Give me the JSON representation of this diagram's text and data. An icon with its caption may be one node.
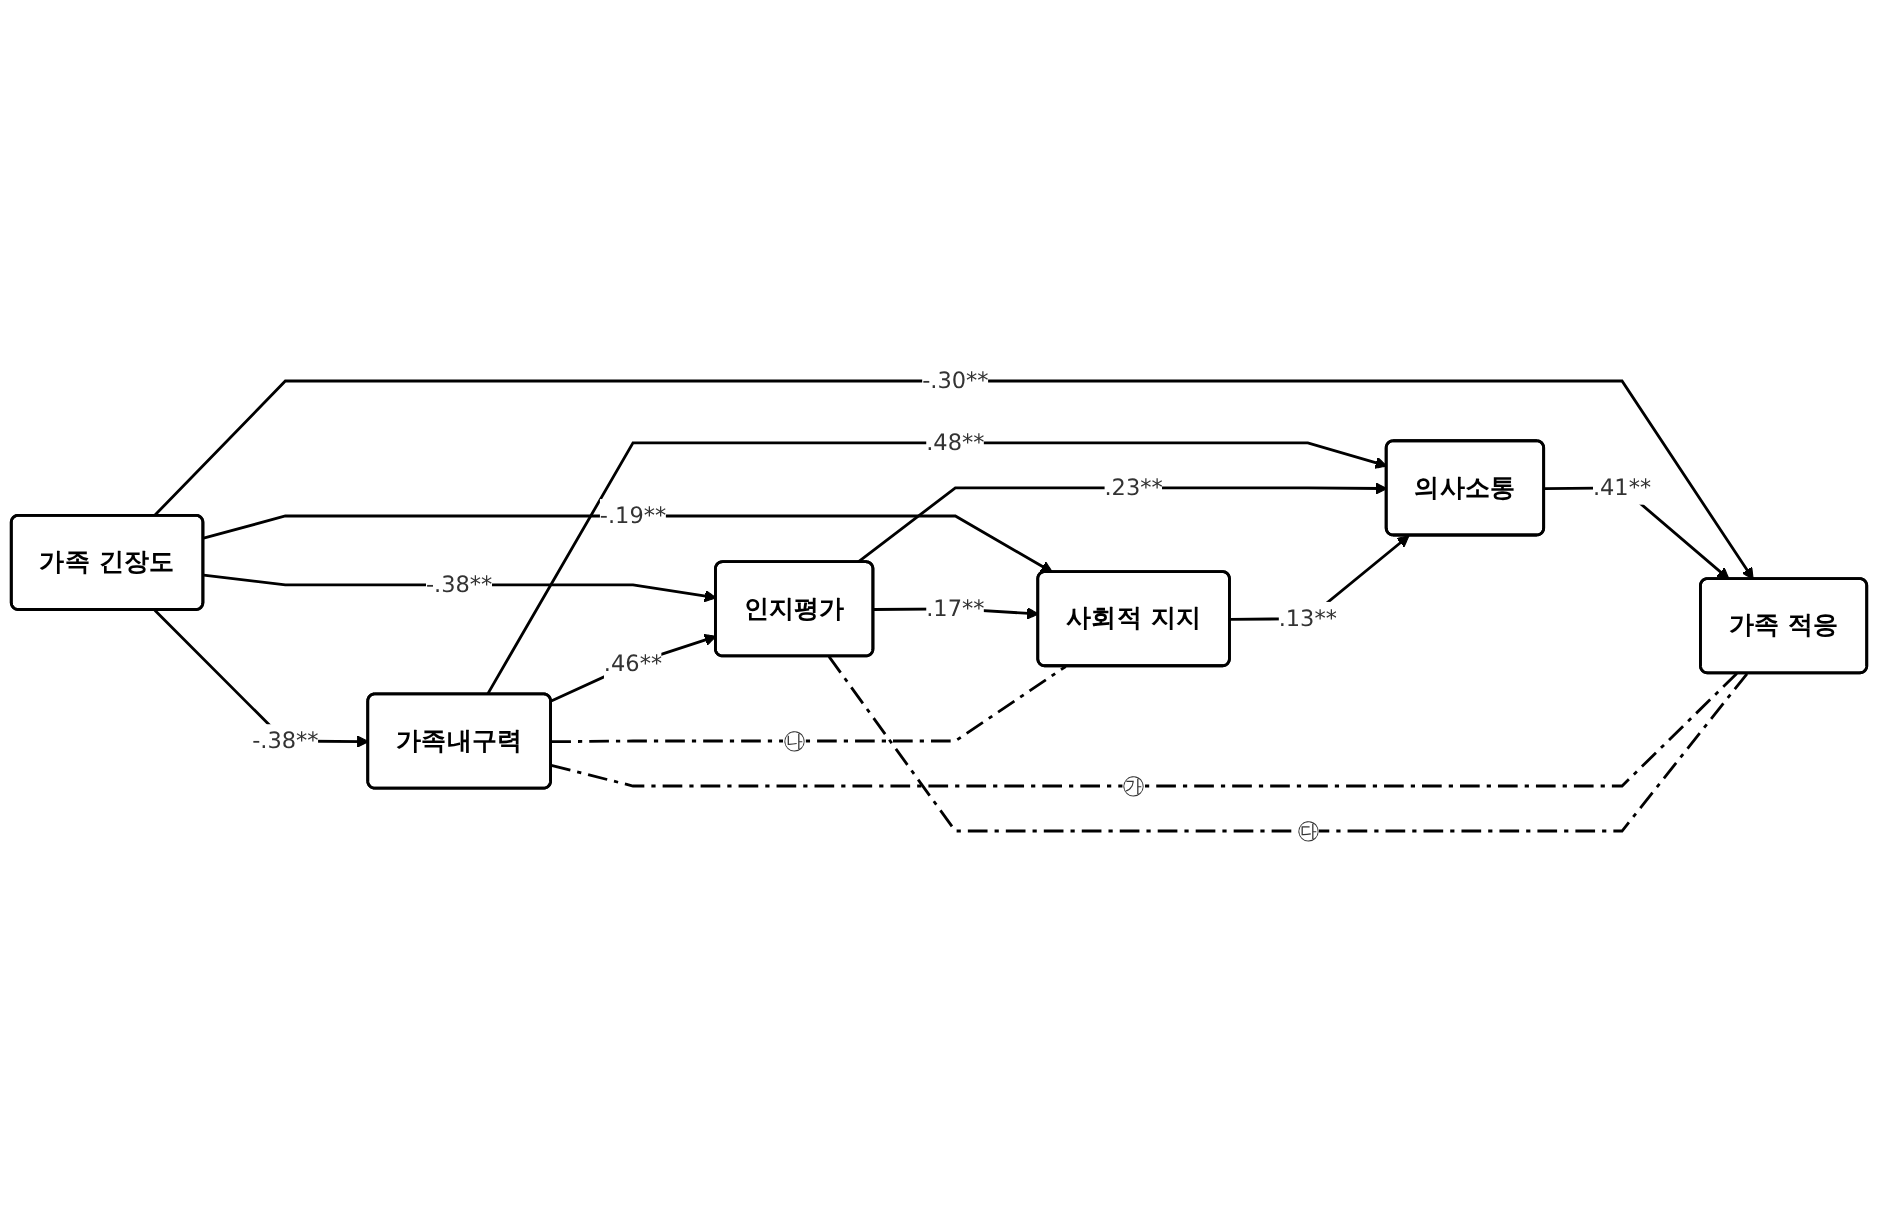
{
  "diagram": {
    "nodes": [
      {
        "text": [
          "가족 긴장도"
        ]
      },
      {
        "text": [
          "가족내구력"
        ]
      },
      {
        "text": [
          "인지평가"
        ]
      },
      {
        "text": [
          "의사소통"
        ]
      },
      {
        "text": [
          "가족 적응"
        ]
      },
      {
        "text": [
          "사회적 지지"
        ]
      }
    ],
    "edges": [
      {
        "from": 0,
        "to": 1,
        "arrow": "to",
        "label": "-.38**"
      },
      {
        "from": 0,
        "to": 2,
        "arrow": "to",
        "label": "-.38**"
      },
      {
        "from": 0,
        "to": 5,
        "arrow": "to",
        "label": "-.19**"
      },
      {
        "from": 0,
        "to": 4,
        "arrow": "to",
        "label": "-.30**"
      },
      {
        "from": 1,
        "to": 2,
        "arrow": "to",
        "label": ".46**"
      },
      {
        "from": 1,
        "to": 3,
        "arrow": "to",
        "label": ".48**"
      },
      {
        "from": 2,
        "to": 3,
        "arrow": "to",
        "label": ".23**"
      },
      {
        "from": 2,
        "to": 5,
        "arrow": "to",
        "label": ".17**"
      },
      {
        "from": 3,
        "to": 4,
        "arrow": "to",
        "label": ".41**"
      },
      {
        "from": 5,
        "to": 3,
        "arrow": "to",
        "label": ".13**"
      },
      {
        "from": 1,
        "to": 4,
        "arrow": "none",
        "style": "dashed",
        "label": "㉮"
      },
      {
        "from": 1,
        "to": 5,
        "arrow": "none",
        "style": "dashed",
        "label": "㉯"
      },
      {
        "from": 2,
        "to": 4,
        "arrow": "none",
        "style": "dashed",
        "label": "㉰"
      }
    ]
  }
}
